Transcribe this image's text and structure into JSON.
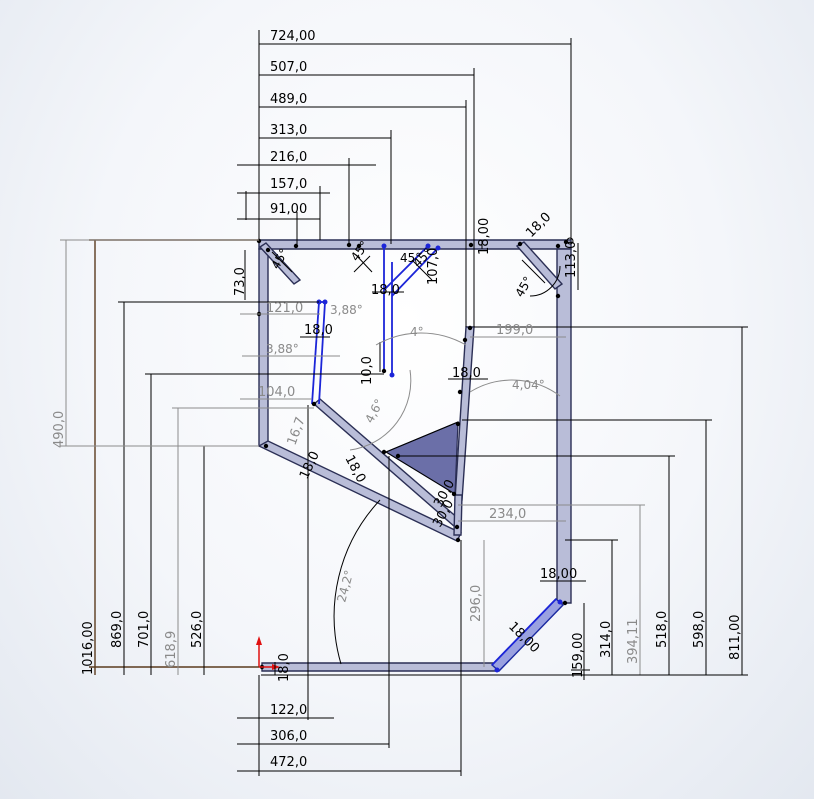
{
  "horizontal_dims_top": [
    "724,00",
    "507,0",
    "489,0",
    "313,0",
    "216,0",
    "157,0",
    "91,00"
  ],
  "horizontal_dims_bottom": [
    "122,0",
    "306,0",
    "472,0"
  ],
  "vertical_dims_left": [
    "1016,00",
    "869,0",
    "701,0",
    "618,9",
    "526,0",
    "490,0",
    "73,0"
  ],
  "vertical_dims_right": [
    "159,00",
    "314,0",
    "394,11",
    "518,0",
    "598,0",
    "811,00"
  ],
  "member_dims": [
    "18,00",
    "18,0",
    "18,0",
    "18,0",
    "18,0",
    "18,0",
    "18,00",
    "18,0",
    "18,0",
    "18,00",
    "113,0",
    "107,0",
    "121,0",
    "104,0",
    "199,0",
    "234,0",
    "296,0",
    "30,0",
    "30,0",
    "10,0",
    "16,7"
  ],
  "angle_dims": [
    "45°",
    "45°",
    "45°",
    "45°",
    "45°",
    "4°",
    "4,04°",
    "3,88°",
    "3,88°",
    "4,6°",
    "24,2°"
  ],
  "colors": {
    "member_fill": "#b9bdd8",
    "member_outline": "#2b2f55",
    "selected": "#1c25d8",
    "gusset": "#6b6fa8",
    "dim_black": "#000000",
    "dim_grey": "#8c8c8c",
    "origin_red": "#e01010"
  }
}
